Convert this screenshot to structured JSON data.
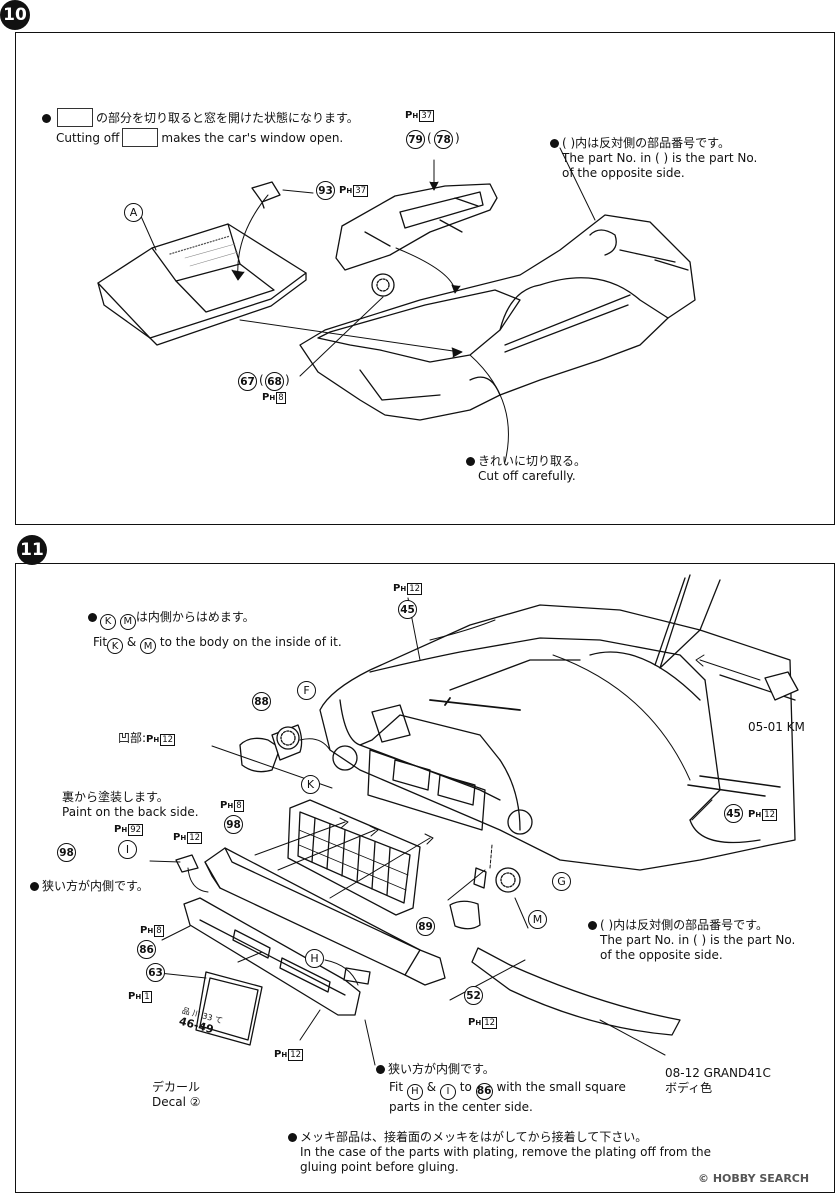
{
  "step10": {
    "number": "10",
    "notes": {
      "cut_open_jp_pre": "の部分を切り取ると窓を開けた状態になります。",
      "cut_open_en_pre": "Cutting off",
      "cut_open_en_post": "makes the car's window open.",
      "opposite_jp": "( )内は反対側の部品番号です。",
      "opposite_en_1": "The part No. in (    ) is the part No.",
      "opposite_en_2": "of the opposite side.",
      "cut_careful_jp": "きれいに切り取る。",
      "cut_careful_en": "Cut off carefully."
    },
    "parts": {
      "part_79": "79",
      "part_78": "78",
      "part_93": "93",
      "part_67": "67",
      "part_68": "68",
      "letter_a": "A"
    },
    "ph_refs": {
      "ph_37_top": "37",
      "ph_37_93": "37",
      "ph_8": "8"
    }
  },
  "step11": {
    "number": "11",
    "notes": {
      "km_inside_jp_pre": "は内側からはめます。",
      "km_inside_en_pre": "Fit",
      "km_inside_en_mid": "&",
      "km_inside_en_post": "to the body on the inside of it.",
      "recess_jp": "凹部:",
      "paint_back_jp": "裏から塗装します。",
      "paint_back_en": "Paint on the back side.",
      "narrow_inside_jp": "狭い方が内側です。",
      "narrow_inside2_jp": "狭い方が内側です。",
      "fit_hi_en_pre": "Fit",
      "fit_hi_en_mid": "&",
      "fit_hi_en_to": "to",
      "fit_hi_en_post": "with the small square",
      "fit_hi_en_2": "parts in the center side.",
      "opposite_jp": "( )内は反対側の部品番号です。",
      "opposite_en_1": "The part No. in (    ) is the part No.",
      "opposite_en_2": "of the opposite side.",
      "plating_jp": "メッキ部品は、接着面のメッキをはがしてから接着して下さい。",
      "plating_en_1": "In the case of the parts with plating, remove the plating off from the",
      "plating_en_2": "gluing point before gluing.",
      "decal_jp": "デカール",
      "decal_en": "Decal",
      "decal_no": "②",
      "plate_text_1": "品 川 33 て",
      "plate_text_2": "46-49",
      "color_km": "05-01 KM",
      "color_grand": "08-12 GRAND41C",
      "color_body_jp": "ボディ色"
    },
    "parts": {
      "p45a": "45",
      "p45b": "45",
      "p88": "88",
      "p98a": "98",
      "p98b": "98",
      "p86a": "86",
      "p86b": "86",
      "p63": "63",
      "p52": "52",
      "p89": "89",
      "lf": "F",
      "lk": "K",
      "lm": "M",
      "li": "I",
      "lh": "H",
      "lg": "G",
      "lm2": "M",
      "lk2": "K",
      "lh2": "H",
      "li2": "I"
    },
    "ph_refs": {
      "ph12_top": "12",
      "ph12_recess": "12",
      "ph8_grille": "8",
      "ph92": "92",
      "ph12_i": "12",
      "ph12_45": "12",
      "ph8_86": "8",
      "ph1": "1",
      "ph12_bot": "12",
      "ph12_52": "12"
    }
  },
  "watermark": "HOBBY SEARCH",
  "watermark_mark": "©"
}
